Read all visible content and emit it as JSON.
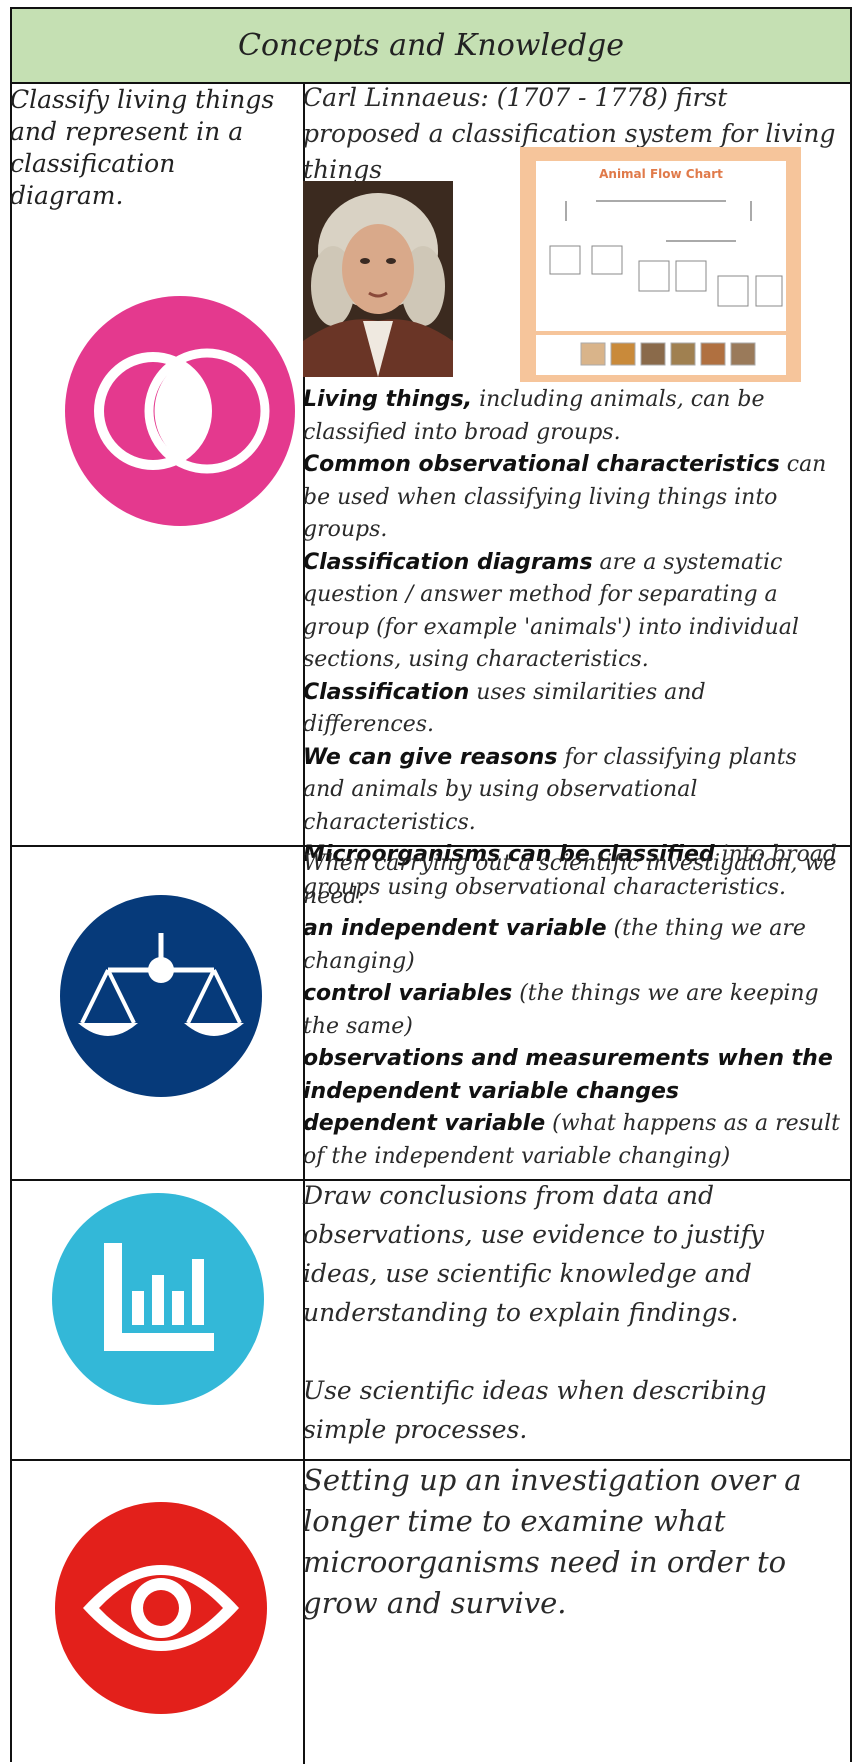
{
  "header": {
    "title": "Concepts and Knowledge"
  },
  "row1": {
    "left_text": "Classify living things and represent in a classification diagram.",
    "intro": "Carl Linnaeus: (1707 - 1778) first proposed a classification system for living things",
    "flowchart_title": "Animal Flow Chart",
    "paragraphs": [
      {
        "bold": "Living things,",
        "rest": " including animals, can be classified into broad groups."
      },
      {
        "bold": "Common observational characteristics",
        "rest": " can be used when classifying living things into groups."
      },
      {
        "bold": "Classification diagrams",
        "rest": " are a systematic question / answer method for separating a group (for example 'animals') into individual sections, using characteristics."
      },
      {
        "bold": "Classification",
        "rest": " uses similarities and differences."
      },
      {
        "bold": "We can give reasons",
        "rest": " for classifying plants and animals by using observational characteristics."
      },
      {
        "bold": "Microorganisms can be classified",
        "rest": " into broad groups using observational characteristics."
      }
    ],
    "icon": "venn-diagram-icon",
    "icon_color": "#e4398e"
  },
  "row2": {
    "intro": "When carrying out a scientific investigation, we need:",
    "items": [
      {
        "bold": "an independent variable",
        "rest": " (the thing we are changing)"
      },
      {
        "bold": "control variables",
        "rest": " (the things we are keeping the same)"
      },
      {
        "bold": "observations and measurements when the independent variable changes",
        "rest": ""
      },
      {
        "bold": "dependent variable",
        "rest": " (what happens as a result of the independent variable changing)"
      }
    ],
    "icon": "balance-scale-icon",
    "icon_color": "#063a7a"
  },
  "row3": {
    "para1": "Draw conclusions from data and observations, use evidence to justify ideas, use scientific knowledge and understanding to explain findings.",
    "para2": "Use scientific ideas when describing simple processes.",
    "icon": "bar-chart-icon",
    "icon_color": "#33b8d8"
  },
  "row4": {
    "para": "Setting up an investigation over a longer time to examine what microorganisms need in order to grow and survive.",
    "icon": "eye-icon",
    "icon_color": "#e3201b"
  }
}
